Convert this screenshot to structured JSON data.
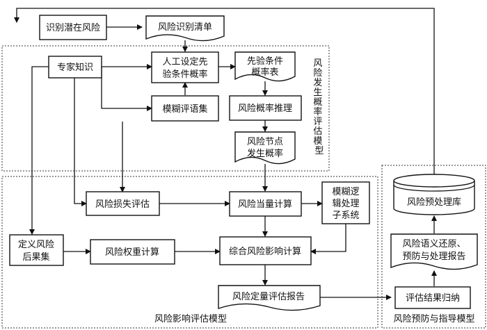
{
  "nodes": {
    "identify_risk": "识别潜在风险",
    "risk_list": "风险识别清单",
    "expert_knowledge": "专家知识",
    "set_prior_l1": "人工设定先",
    "set_prior_l2": "验条件概率",
    "prior_table_l1": "先验条件",
    "prior_table_l2": "概率表",
    "fuzzy_set": "模糊评语集",
    "risk_prob_inference": "风险概率推理",
    "node_prob_l1": "风险节点",
    "node_prob_l2": "发生概率",
    "loss_eval": "风险损失评估",
    "equiv_calc": "风险当量计算",
    "fuzzy_logic_l1": "模糊逻",
    "fuzzy_logic_l2": "辑处理",
    "fuzzy_logic_l3": "子系统",
    "define_consequence_l1": "定义风险",
    "define_consequence_l2": "后果集",
    "weight_calc": "风险权重计算",
    "impact_calc": "综合风险影响计算",
    "quant_report": "风险定量评估报告",
    "result_summary": "评估结果归纳",
    "semantic_l1": "风险语义还原、",
    "semantic_l2": "预防与处理报告",
    "pre_db": "风险预处理库"
  },
  "groups": {
    "prob_model": [
      "风",
      "险",
      "发",
      "生",
      "概",
      "率",
      "评",
      "估",
      "模",
      "型"
    ],
    "impact_model": "风险影响评估模型",
    "prevent_model": "风险预防与指导模型"
  }
}
